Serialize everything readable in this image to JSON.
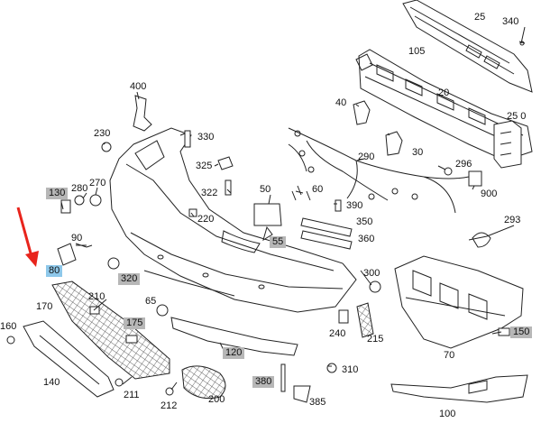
{
  "callouts": {
    "p25": "25",
    "p340": "340",
    "p105": "105",
    "p20": "20",
    "p250": "25 0",
    "p400": "400",
    "p40": "40",
    "p230": "230",
    "p330": "330",
    "p290": "290",
    "p30": "30",
    "p296": "296",
    "p325": "325",
    "p322": "322",
    "p50": "50",
    "p60": "60",
    "p900": "900",
    "p280": "280",
    "p270": "270",
    "p130": "130",
    "p390": "390",
    "p220": "220",
    "p350": "350",
    "p293": "293",
    "p55": "55",
    "p360": "360",
    "p90": "90",
    "p80": "80",
    "p320": "320",
    "p300": "300",
    "p170": "170",
    "p210": "210",
    "p65": "65",
    "p160": "160",
    "p175": "175",
    "p240": "240",
    "p215": "215",
    "p150": "150",
    "p70": "70",
    "p120": "120",
    "p310": "310",
    "p140": "140",
    "p380": "380",
    "p200": "200",
    "p211": "211",
    "p212": "212",
    "p385": "385",
    "p100": "100"
  },
  "highlight_color": "#8ec8ea",
  "tag_color": "#b7b7b7",
  "arrow_color": "#e8241c"
}
